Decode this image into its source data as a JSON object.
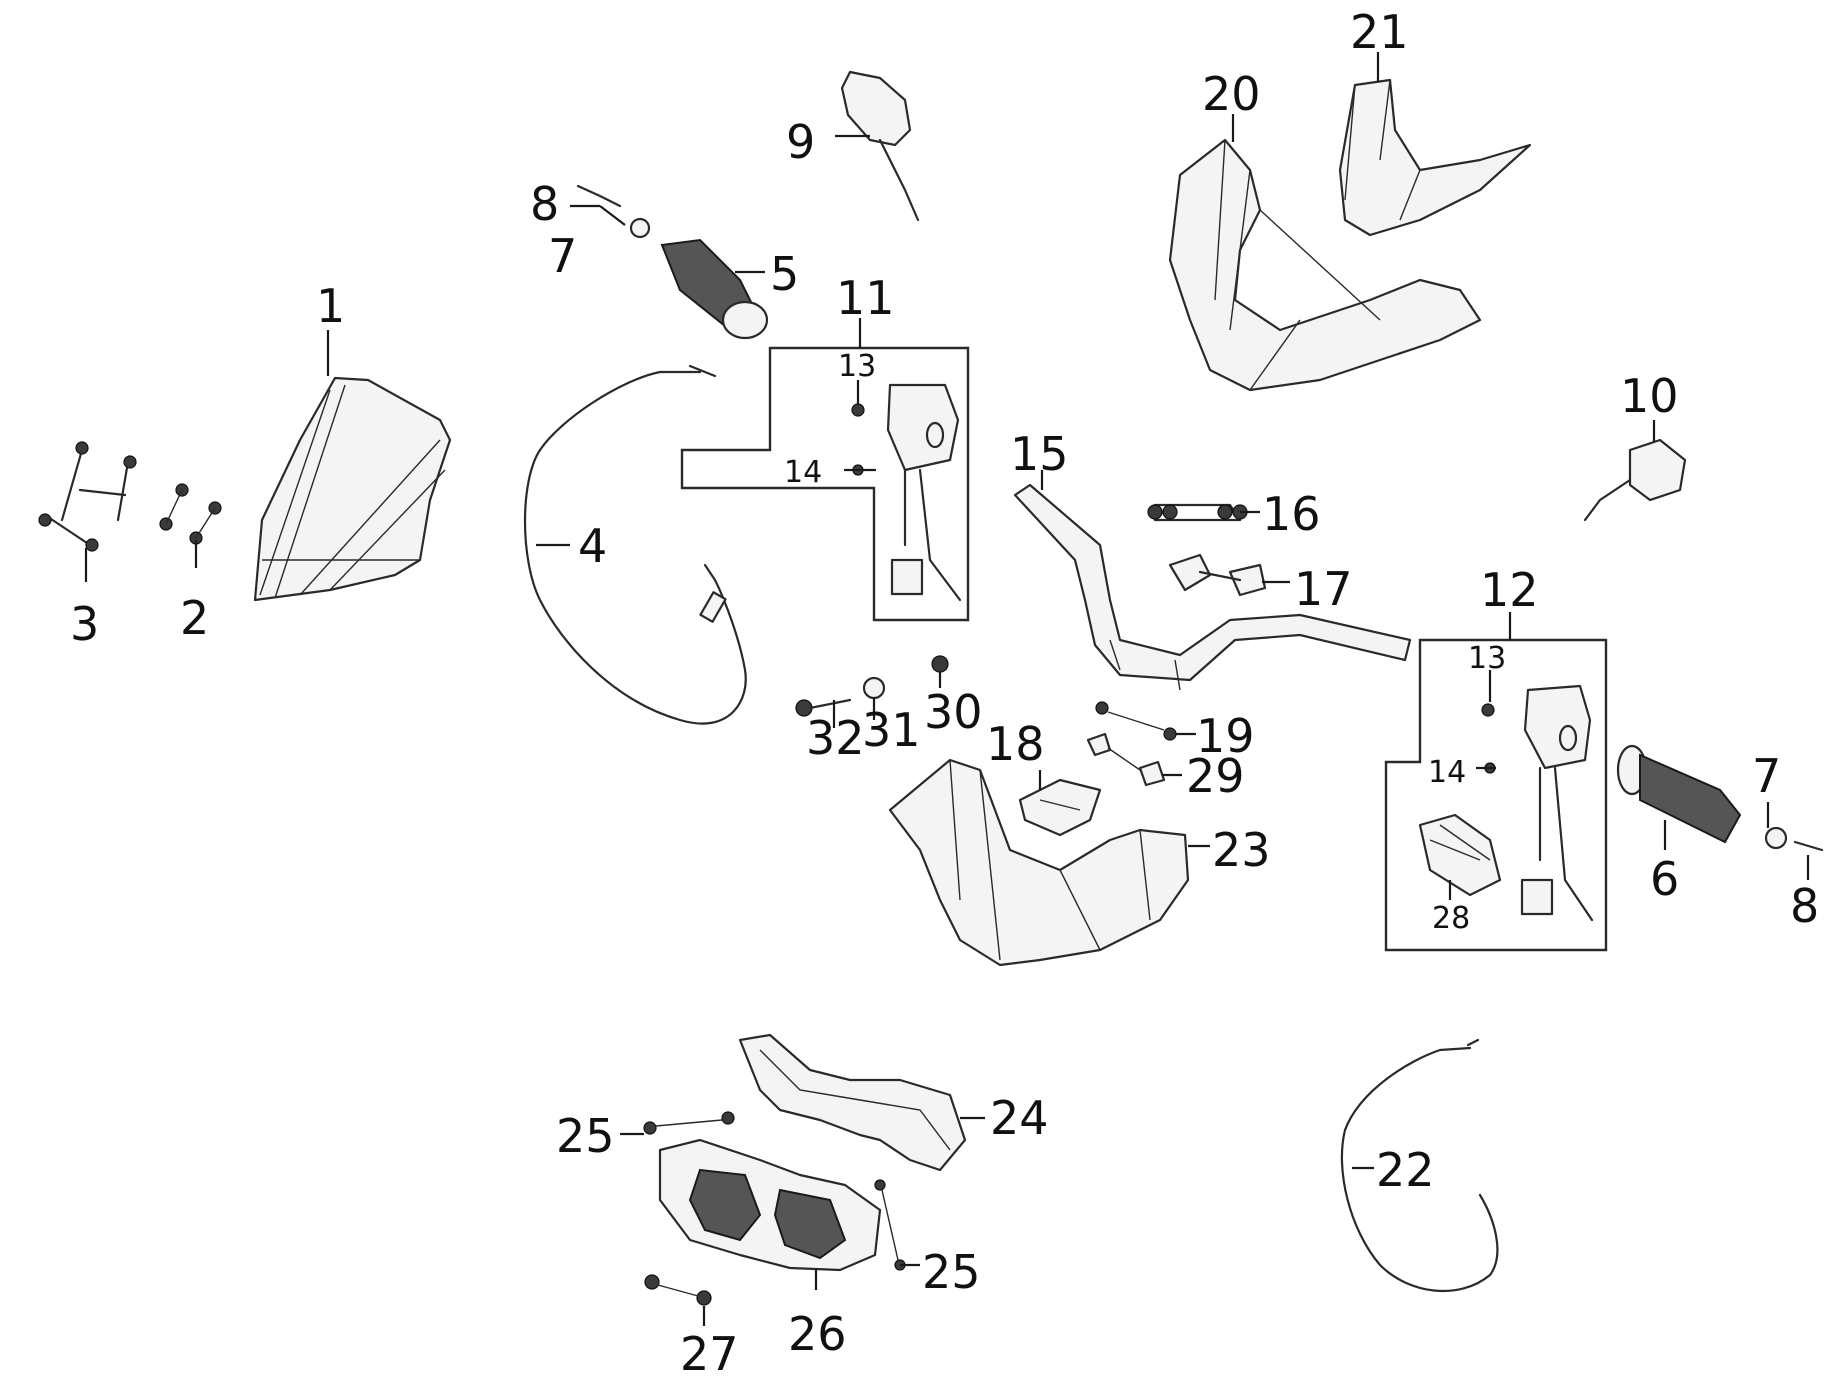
{
  "diagram": {
    "labels": {
      "l1": "1",
      "l2": "2",
      "l3": "3",
      "l4": "4",
      "l5": "5",
      "l6": "6",
      "l7a": "7",
      "l7b": "7",
      "l8a": "8",
      "l8b": "8",
      "l9": "9",
      "l10": "10",
      "l11": "11",
      "l12": "12",
      "l13a": "13",
      "l13b": "13",
      "l14a": "14",
      "l14b": "14",
      "l15": "15",
      "l16": "16",
      "l17": "17",
      "l18": "18",
      "l19": "19",
      "l20": "20",
      "l21": "21",
      "l22": "22",
      "l23": "23",
      "l24": "24",
      "l25a": "25",
      "l25b": "25",
      "l26": "26",
      "l27": "27",
      "l28": "28",
      "l29": "29",
      "l30": "30",
      "l31": "31",
      "l32": "32"
    }
  }
}
